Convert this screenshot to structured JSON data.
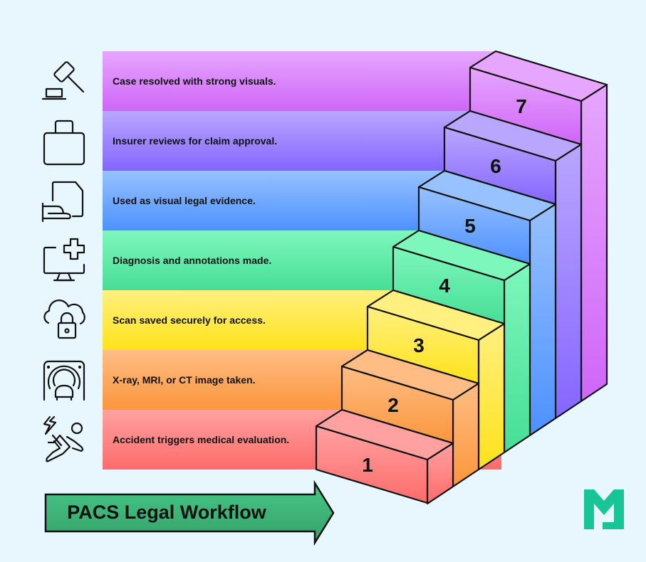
{
  "title": "PACS Legal Workflow",
  "steps": [
    {
      "number": "1",
      "label": "Accident triggers medical evaluation.",
      "icon": "falling-person-icon",
      "color_top": "#ffa1a1",
      "color_bottom": "#ff6b6b"
    },
    {
      "number": "2",
      "label": "X-ray, MRI, or CT image taken.",
      "icon": "mri-scanner-icon",
      "color_top": "#ffbd85",
      "color_bottom": "#fb963c"
    },
    {
      "number": "3",
      "label": "Scan saved securely for access.",
      "icon": "cloud-lock-icon",
      "color_top": "#fff080",
      "color_bottom": "#ffe21a"
    },
    {
      "number": "4",
      "label": "Diagnosis and annotations made.",
      "icon": "monitor-medical-cross-icon",
      "color_top": "#7ef7bd",
      "color_bottom": "#46de96"
    },
    {
      "number": "5",
      "label": "Used as visual legal evidence.",
      "icon": "hand-document-icon",
      "color_top": "#97c1ff",
      "color_bottom": "#4d91ff"
    },
    {
      "number": "6",
      "label": "Insurer reviews for claim approval.",
      "icon": "briefcase-icon",
      "color_top": "#b9a6ff",
      "color_bottom": "#8466ff"
    },
    {
      "number": "7",
      "label": "Case resolved with strong visuals.",
      "icon": "gavel-icon",
      "color_top": "#e6a6ff",
      "color_bottom": "#cf66f7"
    }
  ],
  "banner_color_top": "#46c887",
  "banner_color_bottom": "#36a06a",
  "logo": {
    "name": "M-logo",
    "color": "#19c496"
  },
  "background": "#e8f7fe"
}
